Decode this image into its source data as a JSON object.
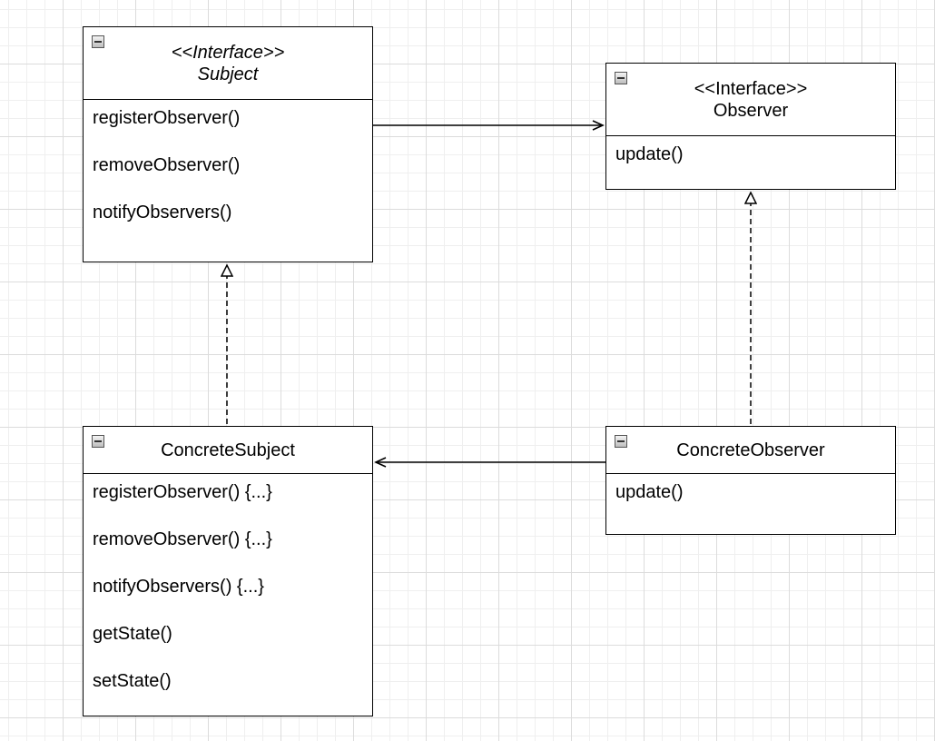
{
  "diagram": {
    "classes": [
      {
        "key": "subject",
        "stereotype": "<<Interface>>",
        "name": "Subject",
        "methods": [
          "registerObserver()",
          "removeObserver()",
          "notifyObservers()"
        ]
      },
      {
        "key": "observer",
        "stereotype": "<<Interface>>",
        "name": "Observer",
        "methods": [
          "update()"
        ]
      },
      {
        "key": "concrete_subject",
        "name": "ConcreteSubject",
        "methods": [
          "registerObserver() {...}",
          "removeObserver() {...}",
          "notifyObservers() {...}",
          "getState()",
          "setState()"
        ]
      },
      {
        "key": "concrete_observer",
        "name": "ConcreteObserver",
        "methods": [
          "update()"
        ]
      }
    ],
    "relations": [
      {
        "from": "subject",
        "to": "observer",
        "type": "association"
      },
      {
        "from": "concrete_subject",
        "to": "subject",
        "type": "realization"
      },
      {
        "from": "concrete_observer",
        "to": "observer",
        "type": "realization"
      },
      {
        "from": "concrete_observer",
        "to": "concrete_subject",
        "type": "association"
      }
    ]
  }
}
